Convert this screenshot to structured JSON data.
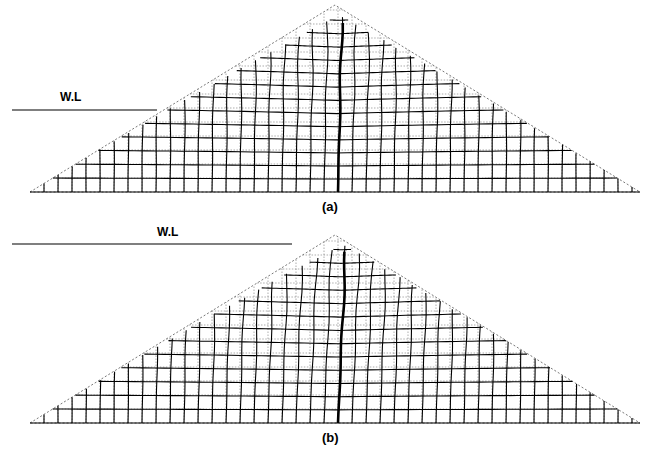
{
  "diagram": {
    "labels": [
      "W.L",
      "(a)",
      "W.L",
      "(b)"
    ]
  }
}
